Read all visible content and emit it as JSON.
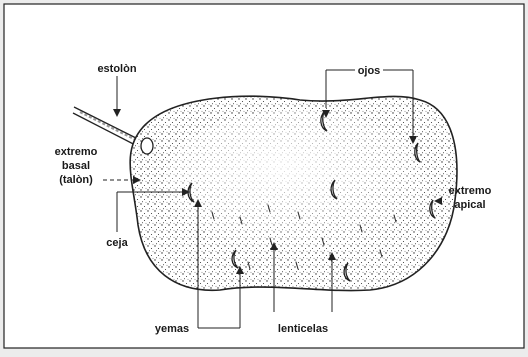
{
  "diagram": {
    "labels": {
      "estolon": "estolòn",
      "ojos": "ojos",
      "extremo_basal_1": "extremo",
      "extremo_basal_2": "basal",
      "extremo_basal_3": "(talòn)",
      "extremo_apical_1": "extremo",
      "extremo_apical_2": "apical",
      "ceja": "ceja",
      "yemas": "yemas",
      "lenticelas": "lenticelas"
    }
  }
}
